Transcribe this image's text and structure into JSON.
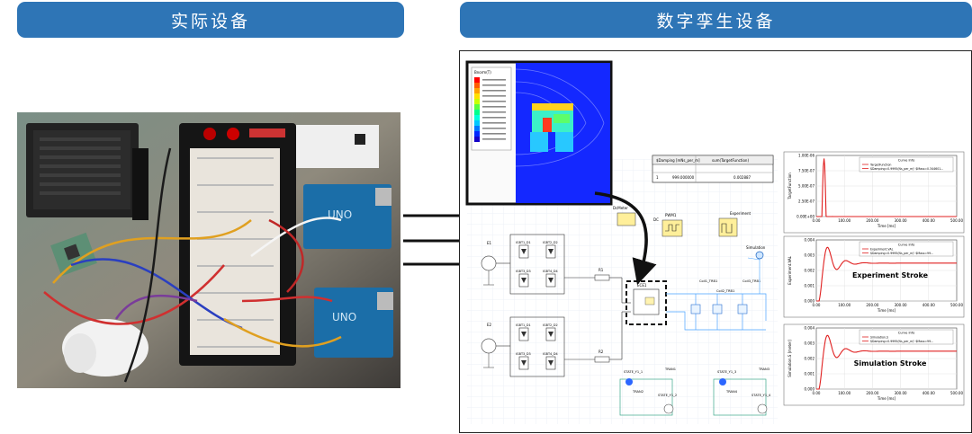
{
  "banners": {
    "left": "实际设备",
    "right": "数字孪生设备"
  },
  "colors": {
    "banner_bg": "#2e75b6",
    "curve_red": "#e02020",
    "fem_blue": "#1428ff",
    "frame_border": "#222222"
  },
  "fem": {
    "legend_title": "Bnorm(T)"
  },
  "sim_table": {
    "col1": "$Damping [mNs_per_m]",
    "col2": "sum(TargetFunction)",
    "row_index": "1",
    "damping": "999.000000",
    "target_sum": "0.002887"
  },
  "schematic": {
    "dcmeter_label": "DcMeter",
    "dc_label": "DC",
    "pwm_label": "PWM1",
    "experiment_label": "Experiment",
    "simulation_label": "Simulation",
    "source1": "E1",
    "source2": "E2",
    "bridge_labels": [
      "IGBT1_D1",
      "IGBT2_D2",
      "IGBT3_D3",
      "IGBT4_D4"
    ],
    "resistors": [
      "R1",
      "R2"
    ],
    "ecs_label": "ECE1",
    "coil_labels": [
      "Coil1_TRB1",
      "Coil2_TRB1",
      "Coil3_TRB1"
    ],
    "state_labels": [
      "STATE_Y1_1",
      "STATE_Y1_2",
      "STATE_Y1_3",
      "STATE_Y1_4"
    ],
    "tran_labels": [
      "TRAN1",
      "TRAN2",
      "TRAN3",
      "TRAN4"
    ]
  },
  "charts": [
    {
      "id": "target-function",
      "title": "Curve Info",
      "legend": [
        "TargetFunction",
        "$Damping=0.9995(Ns_per_m)' $Mass=0.344601..."
      ],
      "ylabel": "TargetFunction",
      "xlabel": "Time [ms]",
      "yticks": [
        "1.00E-06",
        "7.50E-07",
        "5.00E-07",
        "2.50E-07",
        "0.00E+00"
      ],
      "xticks": [
        "0.00",
        "100.00",
        "200.00",
        "300.00",
        "400.00",
        "500.00"
      ],
      "overlay": ""
    },
    {
      "id": "experiment-stroke",
      "title": "Curve Info",
      "legend": [
        "Experiment.VAL",
        "$Damping=0.9995(Ns_per_m)' $Mass=99..."
      ],
      "ylabel": "Experiment.VAL",
      "xlabel": "Time [ms]",
      "yticks": [
        "0.004",
        "0.003",
        "0.002",
        "0.001",
        "0.000"
      ],
      "xticks": [
        "0.00",
        "100.00",
        "200.00",
        "300.00",
        "400.00",
        "500.00"
      ],
      "overlay": "Experiment  Stroke"
    },
    {
      "id": "simulation-stroke",
      "title": "Curve Info",
      "legend": [
        "Simulation.S",
        "$Damping=0.9995(Ns_per_m)' $Mass=99..."
      ],
      "ylabel": "Simulation.S [meter]",
      "xlabel": "Time [ms]",
      "yticks": [
        "0.004",
        "0.003",
        "0.002",
        "0.001",
        "0.000"
      ],
      "xticks": [
        "0.00",
        "100.00",
        "200.00",
        "300.00",
        "400.00",
        "500.00"
      ],
      "overlay": "Simulation  Stroke"
    }
  ]
}
